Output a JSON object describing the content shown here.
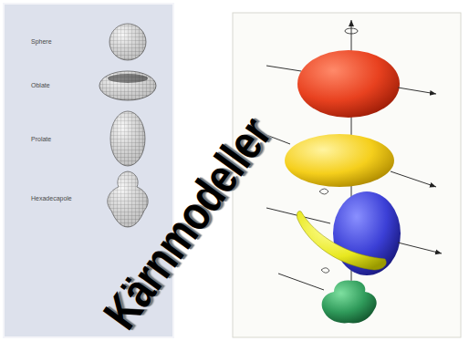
{
  "diagram": {
    "title": "Kärnmodeller",
    "labels": [
      "Sphere",
      "Oblate",
      "Prolate",
      "Hexadecapole"
    ]
  }
}
